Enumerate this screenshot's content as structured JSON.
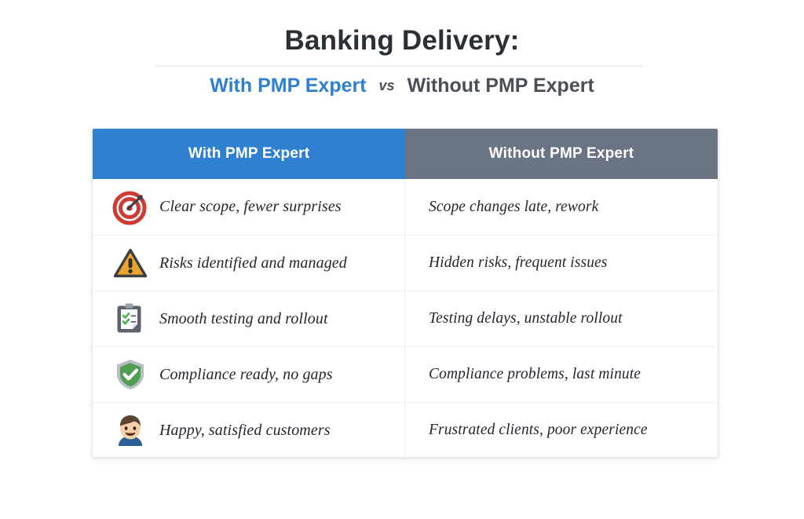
{
  "header": {
    "title": "Banking Delivery:",
    "subtitle_with": "With PMP Expert",
    "subtitle_vs": "vs",
    "subtitle_without": "Without PMP Expert"
  },
  "colors": {
    "accent_blue": "#2f80d0",
    "header_gray": "#6b7484",
    "title_text": "#2b2f36",
    "body_text": "#23262c",
    "divider": "#eceef1",
    "page_background": "#ffffff"
  },
  "table": {
    "columns": [
      {
        "label": "With PMP Expert",
        "tone": "positive"
      },
      {
        "label": "Without PMP Expert",
        "tone": "negative"
      }
    ],
    "rows": [
      {
        "icon": "target-icon",
        "with_expert": "Clear scope, fewer surprises",
        "without_expert": "Scope changes late, rework"
      },
      {
        "icon": "warning-triangle-icon",
        "with_expert": "Risks identified and managed",
        "without_expert": "Hidden risks, frequent issues"
      },
      {
        "icon": "clipboard-check-icon",
        "with_expert": "Smooth testing and rollout",
        "without_expert": "Testing delays, unstable rollout"
      },
      {
        "icon": "shield-check-icon",
        "with_expert": "Compliance ready, no gaps",
        "without_expert": "Compliance problems, last minute"
      },
      {
        "icon": "happy-person-icon",
        "with_expert": "Happy, satisfied customers",
        "without_expert": "Frustrated clients, poor experience"
      }
    ]
  }
}
